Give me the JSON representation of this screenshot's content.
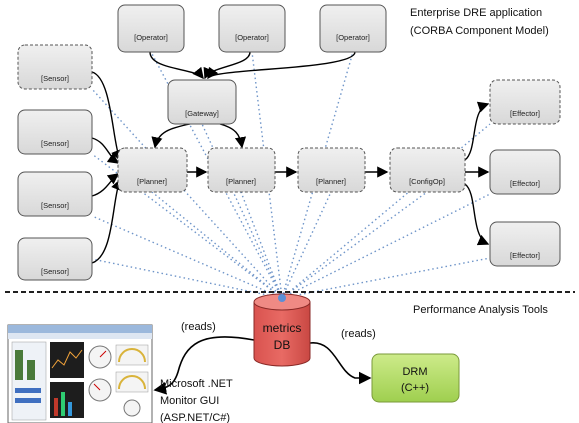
{
  "title_line1": "Enterprise DRE application",
  "title_line2": "(CORBA Component Model)",
  "section_label": "Performance Analysis Tools",
  "operators": [
    "[Operator]",
    "[Operator]",
    "[Operator]"
  ],
  "gateway": "[Gateway]",
  "sensors": [
    "[Sensor]",
    "[Sensor]",
    "[Sensor]",
    "[Sensor]"
  ],
  "planners": [
    "[Planner]",
    "[Planner]",
    "[Planner]"
  ],
  "configop": "[ConfigOp]",
  "effectors": [
    "[Effector]",
    "[Effector]",
    "[Effector]"
  ],
  "db_line1": "metrics",
  "db_line2": "DB",
  "reads_left": "(reads)",
  "reads_right": "(reads)",
  "drm_line1": "DRM",
  "drm_line2": "(C++)",
  "gui_line1": "Microsoft .NET",
  "gui_line2": "Monitor GUI",
  "gui_line3": "(ASP.NET/C#)",
  "colors": {
    "component_fill": "#e3e3e3",
    "db_fill": "#e05a54",
    "drm_fill": "#b6dd6a",
    "dotted_link": "#6f95c9"
  }
}
